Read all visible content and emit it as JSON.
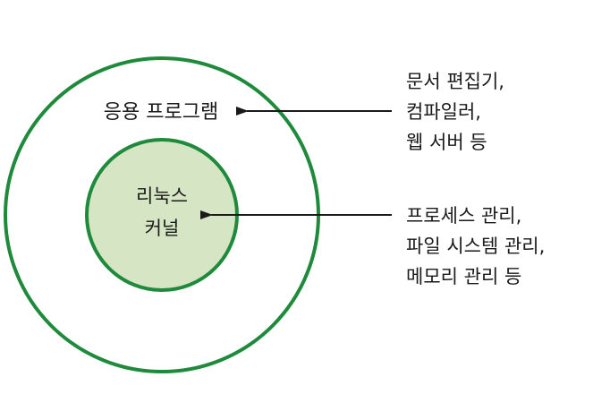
{
  "outer_layer": {
    "label": "응용 프로그램"
  },
  "inner_core": {
    "label_lines": [
      "리눅스",
      "커널"
    ]
  },
  "annotations": {
    "applications": [
      "문서 편집기,",
      "컴파일러,",
      "웹 서버 등"
    ],
    "kernel": [
      "프로세스 관리,",
      "파일 시스템 관리,",
      "메모리 관리 등"
    ]
  },
  "colors": {
    "ring_stroke": "#1f8a3b",
    "core_fill": "#d6e6c4",
    "text": "#1a1a1a",
    "arrow": "#1a1a1a"
  }
}
